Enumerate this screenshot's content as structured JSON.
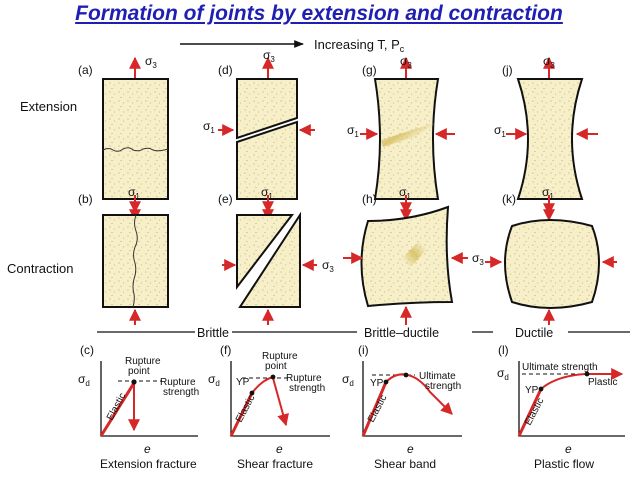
{
  "title": "Formation of joints  by extension and contraction",
  "trend": {
    "label": "Increasing T, P",
    "subscript": "c"
  },
  "rows": {
    "extension": "Extension",
    "contraction": "Contraction"
  },
  "panels": {
    "a": "(a)",
    "b": "(b)",
    "c": "(c)",
    "d": "(d)",
    "e": "(e)",
    "f": "(f)",
    "g": "(g)",
    "h": "(h)",
    "i": "(i)",
    "j": "(j)",
    "k": "(k)",
    "l": "(l)"
  },
  "stress": {
    "sigma": "σ",
    "s1": "1",
    "s3": "3",
    "sd": "d"
  },
  "regimes": {
    "brittle": "Brittle",
    "brittle_ductile": "Brittle–ductile",
    "ductile": "Ductile"
  },
  "graphs": {
    "xlabel": "e",
    "elastic": "Elastic",
    "yp": "YP",
    "rupture_point_1": "Rupture",
    "rupture_point_2": "point",
    "rupture_strength_1": "Rupture",
    "rupture_strength_2": "strength",
    "ultimate_strength_1": "Ultimate",
    "ultimate_strength_2": "strength",
    "ultimate_strength": "Ultimate strength",
    "plastic": "Plastic"
  },
  "captions": {
    "extension_fracture": "Extension fracture",
    "shear_fracture": "Shear fracture",
    "shear_band": "Shear band",
    "plastic_flow": "Plastic flow"
  },
  "colors": {
    "title": "#1f1fb4",
    "arrow": "#d62828",
    "fill": "#f7efc8",
    "band": "#d9c36a"
  }
}
